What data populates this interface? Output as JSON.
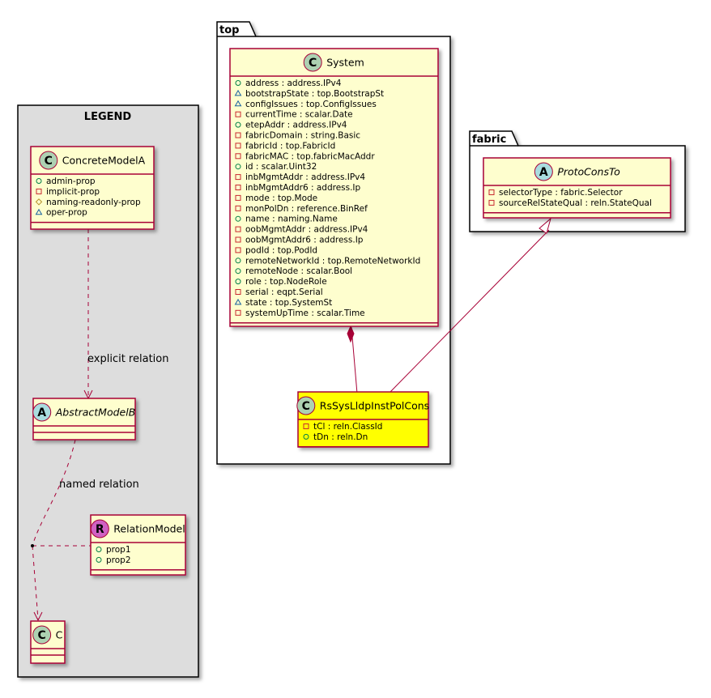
{
  "legend": {
    "title": "LEGEND",
    "concrete": {
      "badge": "C",
      "name": "ConcreteModelA",
      "props": [
        {
          "vis": "+",
          "text": "admin-prop"
        },
        {
          "vis": "-",
          "text": "implicit-prop"
        },
        {
          "vis": "#",
          "text": "naming-readonly-prop"
        },
        {
          "vis": "~",
          "text": "oper-prop"
        }
      ]
    },
    "explicit_relation": "explicit relation",
    "abstract": {
      "badge": "A",
      "name": "AbstractModelB"
    },
    "named_relation": "named relation",
    "relation": {
      "badge": "R",
      "name": "RelationModel",
      "props": [
        {
          "vis": "+",
          "text": "prop1"
        },
        {
          "vis": "+",
          "text": "prop2"
        }
      ]
    },
    "target": {
      "badge": "C",
      "name": "C"
    }
  },
  "top_package": {
    "label": "top",
    "system": {
      "badge": "C",
      "name": "System",
      "props": [
        {
          "vis": "+",
          "text": "address : address.IPv4"
        },
        {
          "vis": "~",
          "text": "bootstrapState : top.BootstrapSt"
        },
        {
          "vis": "~",
          "text": "configIssues : top.ConfigIssues"
        },
        {
          "vis": "-",
          "text": "currentTime : scalar.Date"
        },
        {
          "vis": "+",
          "text": "etepAddr : address.IPv4"
        },
        {
          "vis": "-",
          "text": "fabricDomain : string.Basic"
        },
        {
          "vis": "-",
          "text": "fabricId : top.FabricId"
        },
        {
          "vis": "-",
          "text": "fabricMAC : top.fabricMacAddr"
        },
        {
          "vis": "+",
          "text": "id : scalar.Uint32"
        },
        {
          "vis": "-",
          "text": "inbMgmtAddr : address.IPv4"
        },
        {
          "vis": "-",
          "text": "inbMgmtAddr6 : address.Ip"
        },
        {
          "vis": "-",
          "text": "mode : top.Mode"
        },
        {
          "vis": "-",
          "text": "monPolDn : reference.BinRef"
        },
        {
          "vis": "+",
          "text": "name : naming.Name"
        },
        {
          "vis": "-",
          "text": "oobMgmtAddr : address.IPv4"
        },
        {
          "vis": "-",
          "text": "oobMgmtAddr6 : address.Ip"
        },
        {
          "vis": "-",
          "text": "podId : top.PodId"
        },
        {
          "vis": "+",
          "text": "remoteNetworkId : top.RemoteNetworkId"
        },
        {
          "vis": "+",
          "text": "remoteNode : scalar.Bool"
        },
        {
          "vis": "+",
          "text": "role : top.NodeRole"
        },
        {
          "vis": "-",
          "text": "serial : eqpt.Serial"
        },
        {
          "vis": "~",
          "text": "state : top.SystemSt"
        },
        {
          "vis": "-",
          "text": "systemUpTime : scalar.Time"
        }
      ]
    },
    "rs": {
      "badge": "C",
      "name": "RsSysLldpInstPolCons",
      "props": [
        {
          "vis": "-",
          "text": "tCl : reln.ClassId"
        },
        {
          "vis": "+",
          "text": "tDn : reln.Dn"
        }
      ]
    }
  },
  "fabric_package": {
    "label": "fabric",
    "proto": {
      "badge": "A",
      "name": "ProtoConsTo",
      "props": [
        {
          "vis": "-",
          "text": "selectorType : fabric.Selector"
        },
        {
          "vis": "-",
          "text": "sourceRelStateQual : reln.StateQual"
        }
      ]
    }
  },
  "colors": {
    "class_fill": "#fefece",
    "border": "#a80036",
    "highlight": "#ffff00",
    "legend_bg": "#dddddd",
    "badge_c": "#add1b2",
    "badge_a": "#a9dcdf",
    "badge_r": "#d061c3",
    "edge": "#a80036",
    "vis_public": "#038048",
    "vis_private": "#c82930",
    "vis_protected": "#b38d22",
    "vis_package": "#1963a0"
  }
}
